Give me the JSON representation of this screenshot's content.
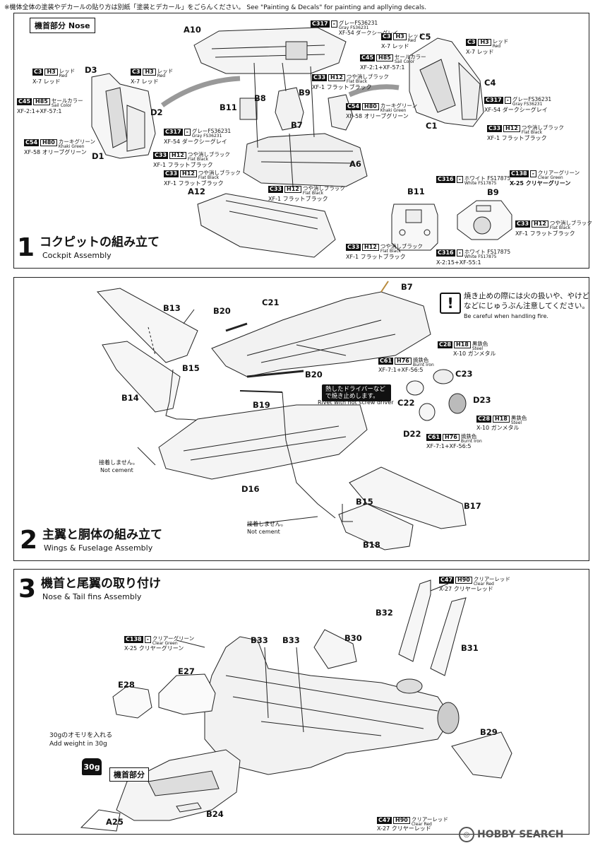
{
  "header_note": "※機体全体の塗装やデカールの貼り方は別紙「塗装とデカール」をごらんください。 See \"Painting & Decals\" for painting and apllying decals.",
  "step1": {
    "number": "1",
    "title": "コクピットの組み立て",
    "subtitle": "Cockpit Assembly",
    "nose_label": "機首部分 Nose",
    "parts": {
      "a10": "A10",
      "d3": "D3",
      "d2": "D2",
      "d1": "D1",
      "b8": "B8",
      "b9": "B9",
      "b11": "B11",
      "b7": "B7",
      "c5": "C5",
      "c4": "C4",
      "c1": "C1",
      "a6": "A6",
      "a12": "A12",
      "b11_detail": "B11",
      "b9_detail": "B9"
    },
    "colors": {
      "c317_top": {
        "code": "C317",
        "h": "-",
        "jp": "グレーFS36231",
        "en": "Gray FS36231",
        "mix": "XF-54 ダークシーグレイ"
      },
      "c3_center": {
        "code": "C3",
        "h": "H3",
        "jp": "レッド",
        "en": "Red",
        "mix": "X-7 レッド"
      },
      "c3_left": {
        "code": "C3",
        "h": "H3",
        "jp": "レッド",
        "en": "Red",
        "mix": "X-7 レッド"
      },
      "c45_left": {
        "code": "C45",
        "h": "H85",
        "jp": "セールカラー",
        "en": "Sail Color",
        "mix": "XF-2:1+XF-57:1"
      },
      "c54_left": {
        "code": "C54",
        "h": "H80",
        "jp": "カーキグリーン",
        "en": "Khaki Green",
        "mix": "XF-58 オリーブグリーン"
      },
      "c317_left": {
        "code": "C317",
        "h": "-",
        "jp": "グレーFS36231",
        "en": "Gray FS36231",
        "mix": "XF-54 ダークシーグレイ"
      },
      "c33_a": {
        "code": "C33",
        "h": "H12",
        "jp": "つや消しブラック",
        "en": "Flat Black",
        "mix": "XF-1 フラットブラック"
      },
      "c33_b": {
        "code": "C33",
        "h": "H12",
        "jp": "つや消しブラック",
        "en": "Flat Black",
        "mix": "XF-1 フラットブラック"
      },
      "c33_center": {
        "code": "C33",
        "h": "H12",
        "jp": "つや消しブラック",
        "en": "Flat Black",
        "mix": "XF-1 フラットブラック"
      },
      "c54_center": {
        "code": "C54",
        "h": "H80",
        "jp": "カーキグリーン",
        "en": "Khaki Green",
        "mix": "XF-58 オリーブグリーン"
      },
      "c33_center2": {
        "code": "C33",
        "h": "H12",
        "jp": "つや消しブラック",
        "en": "Flat Black",
        "mix": "XF-1 フラットブラック"
      },
      "c3_right": {
        "code": "C3",
        "h": "H3",
        "jp": "レッド",
        "en": "Red",
        "mix": "X-7 レッド"
      },
      "c3_right2": {
        "code": "C3",
        "h": "H3",
        "jp": "レッド",
        "en": "Red",
        "mix": "X-7 レッド"
      },
      "c45_right": {
        "code": "C45",
        "h": "H85",
        "jp": "セールカラー",
        "en": "Sail Color",
        "mix": "XF-2:1+XF-57:1"
      },
      "c317_right": {
        "code": "C317",
        "h": "-",
        "jp": "グレーFS36231",
        "en": "Gray FS36231",
        "mix": "XF-54 ダークシーグレイ"
      },
      "c33_right": {
        "code": "C33",
        "h": "H12",
        "jp": "つや消しブラック",
        "en": "Flat Black",
        "mix": "XF-1 フラットブラック"
      },
      "c316_a": {
        "code": "C316",
        "h": "-",
        "jp": "ホワイト FS17875",
        "en": "White FS17875",
        "mix": ""
      },
      "c138_a": {
        "code": "C138",
        "h": "-",
        "jp": "クリアーグリーン",
        "en": "Clear Green",
        "mix": "X-25 クリヤーグリーン"
      },
      "c33_d": {
        "code": "C33",
        "h": "H12",
        "jp": "つや消しブラック",
        "en": "Flat Black",
        "mix": "XF-1 フラットブラック"
      },
      "c33_e": {
        "code": "C33",
        "h": "H12",
        "jp": "つや消しブラック",
        "en": "Flat Black",
        "mix": "XF-1 フラットブラック"
      },
      "c316_b": {
        "code": "C316",
        "h": "-",
        "jp": "ホワイト FS17875",
        "en": "White FS17875",
        "mix": "X-2:15+XF-55:1"
      }
    }
  },
  "step2": {
    "number": "2",
    "title": "主翼と胴体の組み立て",
    "subtitle": "Wings & Fuselage Assembly",
    "parts": {
      "b7": "B7",
      "b13": "B13",
      "b20_top": "B20",
      "c21": "C21",
      "b15_top": "B15",
      "b20_bottom": "B20",
      "b14": "B14",
      "b19": "B19",
      "c23": "C23",
      "c22": "C22",
      "d23": "D23",
      "d22": "D22",
      "d16": "D16",
      "b15_bottom": "B15",
      "b17": "B17",
      "b18": "B18"
    },
    "warning_mark": "!",
    "warning_jp": "焼き止めの際には火の扱いや、やけどなどにじゅうぶん注意してください。",
    "warning_en": "Be careful when handling fire.",
    "rivet_jp": "熱したドライバーなどで焼き止めします。",
    "rivet_en": "Rivet with hot screw driver",
    "not_cement_1_jp": "接着しません。",
    "not_cement_1_en": "Not cement",
    "not_cement_2_jp": "接着しません。",
    "not_cement_2_en": "Not cement",
    "colors": {
      "c28_a": {
        "code": "C28",
        "h": "H18",
        "jp": "黒鉄色",
        "en": "Steel",
        "mix": "X-10 ガンメタル"
      },
      "c61_a": {
        "code": "C61",
        "h": "H76",
        "jp": "焼鉄色",
        "en": "Burnt Iron",
        "mix": "XF-7:1+XF-56:5"
      },
      "c28_b": {
        "code": "C28",
        "h": "H18",
        "jp": "黒鉄色",
        "en": "Steel",
        "mix": "X-10 ガンメタル"
      },
      "c61_b": {
        "code": "C61",
        "h": "H76",
        "jp": "焼鉄色",
        "en": "Burnt Iron",
        "mix": "XF-7:1+XF-56:5"
      }
    }
  },
  "step3": {
    "number": "3",
    "title": "機首と尾翼の取り付け",
    "subtitle": "Nose & Tail fins Assembly",
    "parts": {
      "b32": "B32",
      "b31": "B31",
      "b30": "B30",
      "b33_a": "B33",
      "b33_b": "B33",
      "e27": "E27",
      "e28": "E28",
      "b29": "B29",
      "a25": "A25",
      "b24": "B24"
    },
    "weight_jp": "30gのオモリを入れる",
    "weight_en": "Add weight in 30g",
    "weight_icon": "30g",
    "nose_label": "機首部分",
    "colors": {
      "c47_top": {
        "code": "C47",
        "h": "H90",
        "jp": "クリアーレッド",
        "en": "Clear Red",
        "mix": "X-27 クリヤーレッド"
      },
      "c138": {
        "code": "C138",
        "h": "-",
        "jp": "クリアーグリーン",
        "en": "Clear Green",
        "mix": "X-25 クリヤーグリーン"
      },
      "c47_bottom": {
        "code": "C47",
        "h": "H90",
        "jp": "クリアーレッド",
        "en": "Clear Red",
        "mix": "X-27 クリヤーレッド"
      }
    }
  },
  "watermark": "HOBBY SEARCH"
}
